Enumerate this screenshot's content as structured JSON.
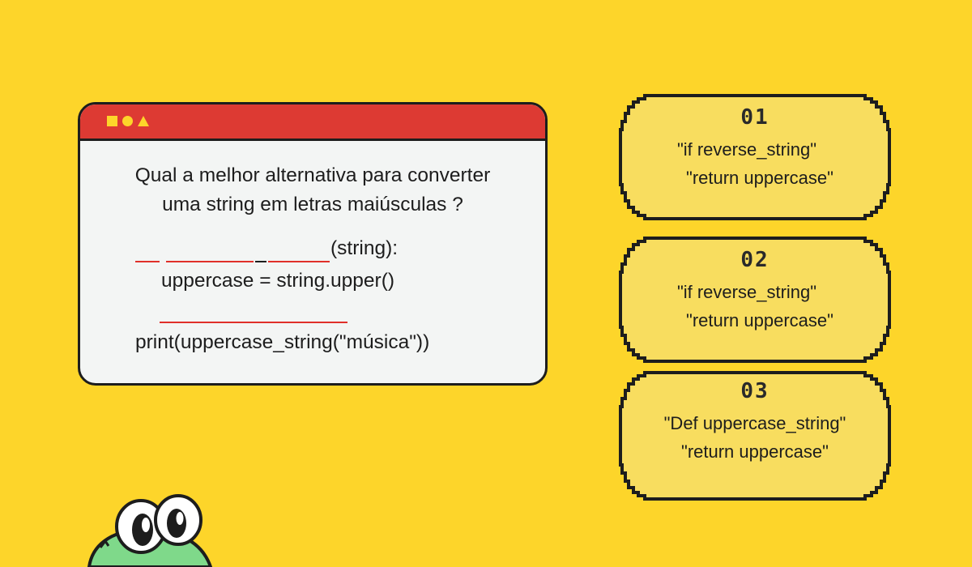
{
  "colors": {
    "background": "#FDD52A",
    "window_bg": "#F3F5F4",
    "titlebar": "#DD3A33",
    "blank_line": "#E0302A",
    "option_bg": "#F8DD5F",
    "outline": "#1D1D1D",
    "mascot_green": "#7FD98A"
  },
  "window": {
    "titlebar_icons": [
      "square-icon",
      "circle-icon",
      "triangle-icon"
    ],
    "question_line1": "Qual a melhor alternativa para converter",
    "question_line2": "uma string em letras maiúsculas ?",
    "code": {
      "line1_suffix": "(string):",
      "line2": "uppercase = string.upper()",
      "line4": "print(uppercase_string(\"música\"))"
    }
  },
  "options": [
    {
      "number": "01",
      "line1": "\"if reverse_string\"",
      "line2": "\"return uppercase\""
    },
    {
      "number": "02",
      "line1": "\"if reverse_string\"",
      "line2": "\"return uppercase\""
    },
    {
      "number": "03",
      "line1": "\"Def uppercase_string\"",
      "line2": "\"return uppercase\""
    }
  ],
  "mascot": {
    "icon": "frog-mascot-icon"
  }
}
